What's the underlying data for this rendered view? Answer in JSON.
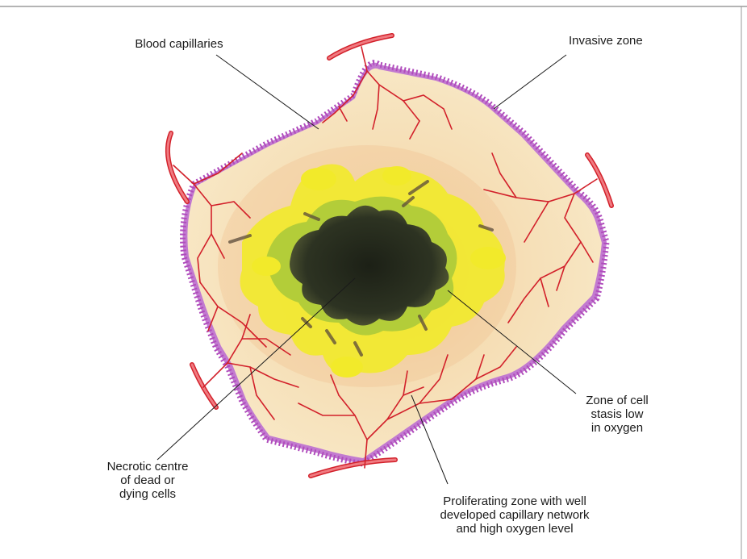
{
  "labels": {
    "blood_capillaries": "Blood capillaries",
    "invasive_zone": "Invasive zone",
    "zone_of_cell_stasis": "Zone of cell\nstasis low\nin oxygen",
    "necrotic_centre": "Necrotic centre\nof dead or\ndying cells",
    "proliferating_zone": "Proliferating zone with well\ndeveloped capillary network\nand high oxygen level"
  },
  "colors": {
    "membrane": "#b04cbc",
    "tissue": "#f6e2bb",
    "capillary": "#d2202a",
    "stasis_yellow": "#f2ea2a",
    "stasis_green": "#a8c83a",
    "necrotic": "#24281c"
  }
}
